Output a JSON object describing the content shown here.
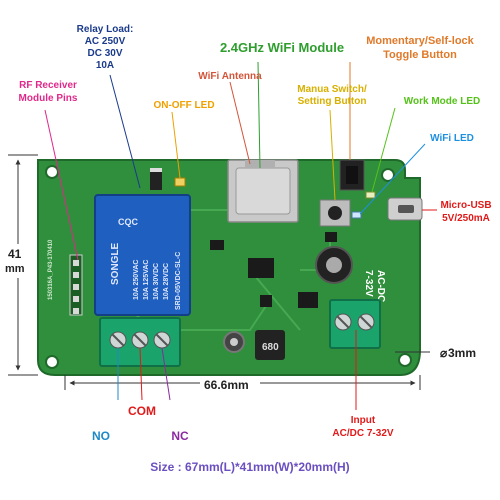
{
  "labels": {
    "relay_load": [
      "Relay Load:",
      "AC 250V",
      "DC 30V",
      "10A"
    ],
    "wifi_module": "2.4GHz WiFi Module",
    "momentary": [
      "Momentary/Self-lock",
      "Toggle Button"
    ],
    "rf_receiver": [
      "RF Receiver",
      "Module Pins"
    ],
    "wifi_antenna": "WiFi Antenna",
    "on_off_led": "ON-OFF LED",
    "manual_switch": [
      "Manua Switch/",
      "Setting Button"
    ],
    "work_mode_led": "Work Mode LED",
    "wifi_led": "WiFi LED",
    "micro_usb": [
      "Micro-USB",
      "5V/250mA"
    ],
    "height_dim": [
      "41",
      "mm"
    ],
    "width_dim": "66.6mm",
    "hole_dim": "3mm",
    "no": "NO",
    "com": "COM",
    "nc": "NC",
    "input": [
      "Input",
      "AC/DC 7-32V"
    ],
    "size": "Size : 67mm(L)*41mm(W)*20mm(H)"
  },
  "board_text": {
    "relay_brand": "SONGLE",
    "relay_ratings": [
      "10A 250VAC",
      "10A 125VAC",
      "10A 30VDC",
      "10A 28VDC"
    ],
    "relay_model": "SRD-05VDC-SL-C",
    "pcb_id": "150316A_P43-170410",
    "acdc_mark": [
      "AC-DC",
      "7-32V"
    ],
    "inductor": "680",
    "relay_logo": "CQC"
  },
  "colors": {
    "pcb": "#2f8f3c",
    "pcb_dark": "#1f6a2a",
    "relay": "#1f5fbf",
    "terminal": "#1aa36b",
    "relay_load": "#1a3a8c",
    "wifi_module": "#2e9e2e",
    "momentary": "#e07a2a",
    "rf_receiver": "#e0288a",
    "wifi_antenna": "#d2553a",
    "on_off_led": "#f0a000",
    "manual_switch": "#d7b000",
    "work_mode_led": "#55c21a",
    "wifi_led": "#1e90e0",
    "micro_usb": "#e01a1a",
    "no": "#1e88c8",
    "com": "#e01a1a",
    "nc": "#8a2aa0",
    "input": "#e01a1a",
    "size": "#6b4fc0",
    "dim": "#333333"
  }
}
